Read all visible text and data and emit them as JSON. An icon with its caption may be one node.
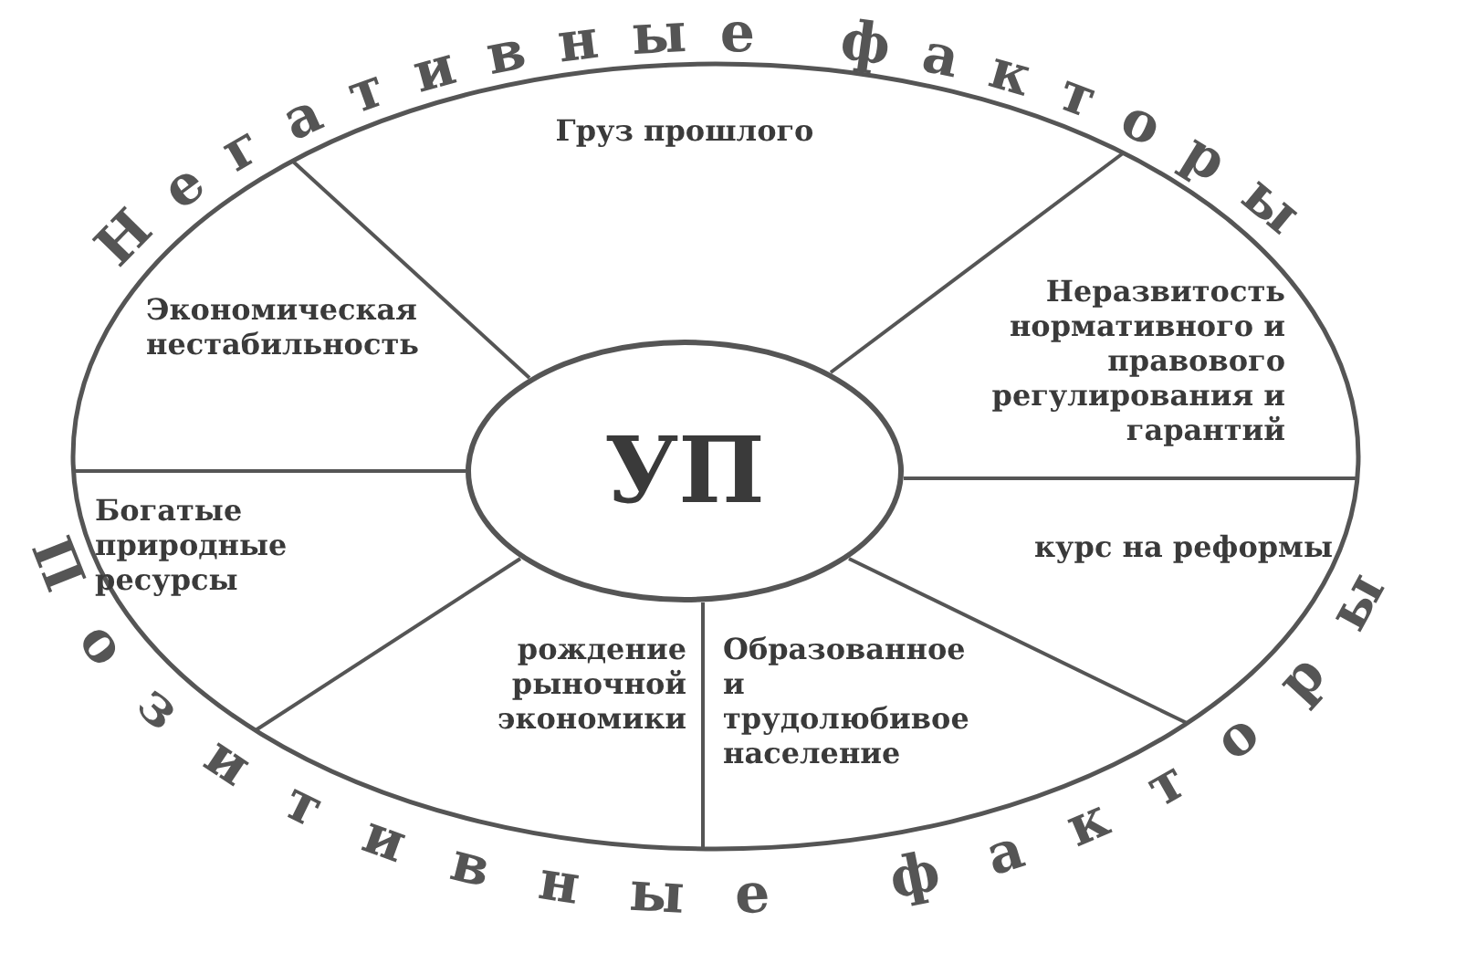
{
  "diagram": {
    "nodes": [
      {
        "text": [
          "Негативные факторы",
          "Позитивные факторы"
        ]
      },
      {
        "text": [
          "Груз прошлого"
        ],
        "in": 0
      },
      {
        "text": [
          "Экономическая нестабильность"
        ],
        "in": 0
      },
      {
        "text": [
          "Неразвитость нормативного и правового регулирования и гарантий"
        ],
        "in": 0
      },
      {
        "text": [
          "УП"
        ],
        "in": 0
      },
      {
        "text": [
          "Богатые природные ресурсы"
        ],
        "in": 0
      },
      {
        "text": [
          "курс на реформы"
        ],
        "in": 0
      },
      {
        "text": [
          "рождение рыночной экономики"
        ],
        "in": 0
      },
      {
        "text": [
          "Образованное и трудолюбивое население"
        ],
        "in": 0
      }
    ],
    "edges": []
  }
}
